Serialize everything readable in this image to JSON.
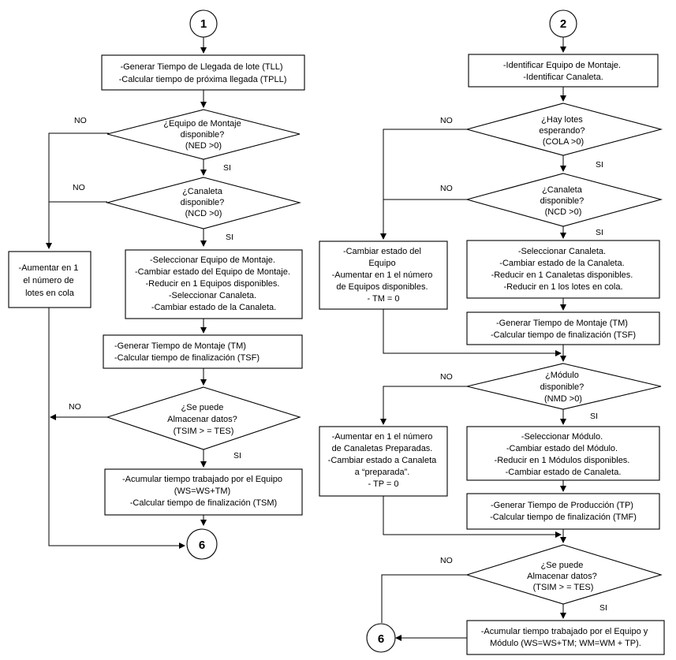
{
  "left": {
    "start": "1",
    "p1": [
      "-Generar Tiempo de Llegada de lote (TLL)",
      "-Calcular tiempo de próxima llegada (TPLL)"
    ],
    "d1": [
      "¿Equipo de Montaje",
      "disponible?",
      "(NED >0)"
    ],
    "d2": [
      "¿Canaleta",
      "disponible?",
      "(NCD >0)"
    ],
    "p2": [
      "-Seleccionar Equipo de Montaje.",
      "-Cambiar estado del Equipo de Montaje.",
      "-Reducir en 1 Equipos disponibles.",
      "-Seleccionar Canaleta.",
      "-Cambiar estado de la Canaleta."
    ],
    "p3": [
      "-Aumentar en 1",
      "el número de",
      "lotes en cola"
    ],
    "p4": [
      "-Generar Tiempo de Montaje (TM)",
      "-Calcular tiempo de finalización (TSF)"
    ],
    "d3": [
      "¿Se puede",
      "Almacenar datos?",
      "(TSIM  > = TES)"
    ],
    "p5": [
      "-Acumular tiempo trabajado por el Equipo",
      "(WS=WS+TM)",
      "-Calcular tiempo de finalización (TSM)"
    ],
    "end": "6"
  },
  "right": {
    "start": "2",
    "p1": [
      "-Identificar Equipo de Montaje.",
      "-Identificar Canaleta."
    ],
    "d1": [
      "¿Hay lotes",
      "esperando?",
      "(COLA >0)"
    ],
    "d2": [
      "¿Canaleta",
      "disponible?",
      "(NCD >0)"
    ],
    "p2": [
      "-Cambiar  estado del",
      "Equipo",
      "-Aumentar en 1 el número",
      "de Equipos disponibles.",
      "- TM = 0"
    ],
    "p3": [
      "-Seleccionar Canaleta.",
      "-Cambiar estado de la Canaleta.",
      "-Reducir en 1 Canaletas disponibles.",
      "-Reducir en 1 los  lotes en cola."
    ],
    "p4": [
      "-Generar Tiempo de Montaje (TM)",
      "-Calcular tiempo de finalización (TSF)"
    ],
    "d3": [
      "¿Módulo",
      "disponible?",
      "(NMD >0)"
    ],
    "p5": [
      "-Aumentar en 1 el número",
      "de Canaletas Preparadas.",
      "-Cambiar estado a Canaleta",
      "a “preparada”.",
      "- TP = 0"
    ],
    "p6": [
      "-Seleccionar Módulo.",
      "-Cambiar estado del Módulo.",
      "-Reducir en 1 Módulos disponibles.",
      "-Cambiar estado de Canaleta."
    ],
    "p7": [
      "-Generar Tiempo de Producción (TP)",
      "-Calcular tiempo de finalización (TMF)"
    ],
    "d4": [
      "¿Se puede",
      "Almacenar datos?",
      "(TSIM  > = TES)"
    ],
    "p8": [
      "-Acumular tiempo trabajado por el Equipo y",
      "Módulo   (WS=WS+TM; WM=WM + TP)."
    ],
    "end": "6"
  },
  "labels": {
    "no": "NO",
    "yes": "SI"
  }
}
